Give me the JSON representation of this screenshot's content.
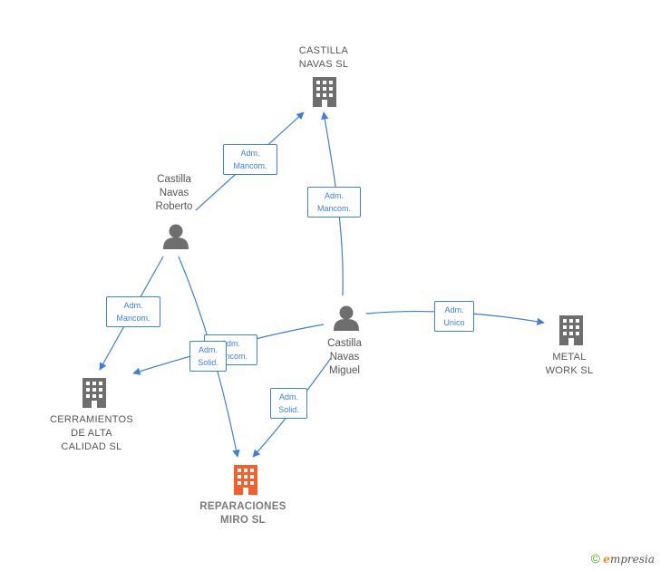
{
  "nodes": {
    "castilla_navas_sl": {
      "label": "CASTILLA\nNAVAS  SL",
      "type": "company"
    },
    "roberto": {
      "label": "Castilla\nNavas\nRoberto",
      "type": "person"
    },
    "miguel": {
      "label": "Castilla\nNavas\nMiguel",
      "type": "person"
    },
    "cerramientos": {
      "label": "CERRAMIENTOS\nDE ALTA\nCALIDAD  SL",
      "type": "company"
    },
    "reparaciones": {
      "label": "REPARACIONES\nMIRO  SL",
      "type": "company",
      "highlight": true
    },
    "metal_work": {
      "label": "METAL\nWORK  SL",
      "type": "company"
    }
  },
  "edges": [
    {
      "from": "roberto",
      "to": "castilla_navas_sl",
      "label": "Adm.\nMancom."
    },
    {
      "from": "miguel",
      "to": "castilla_navas_sl",
      "label": "Adm.\nMancom."
    },
    {
      "from": "roberto",
      "to": "cerramientos",
      "label": "Adm.\nMancom."
    },
    {
      "from": "miguel",
      "to": "cerramientos",
      "label": "Adm.\nMancom."
    },
    {
      "from": "roberto",
      "to": "reparaciones",
      "label": "Adm.\nSolid."
    },
    {
      "from": "miguel",
      "to": "reparaciones",
      "label": "Adm.\nSolid."
    },
    {
      "from": "miguel",
      "to": "metal_work",
      "label": "Adm.\nUnico"
    }
  ],
  "colors": {
    "edge": "#3f7fd8",
    "company": "#6e6e6e",
    "company_highlight": "#f0622d",
    "person": "#6e6e6e"
  },
  "brand": {
    "symbol": "©",
    "initial": "e",
    "rest": "mpresia"
  }
}
